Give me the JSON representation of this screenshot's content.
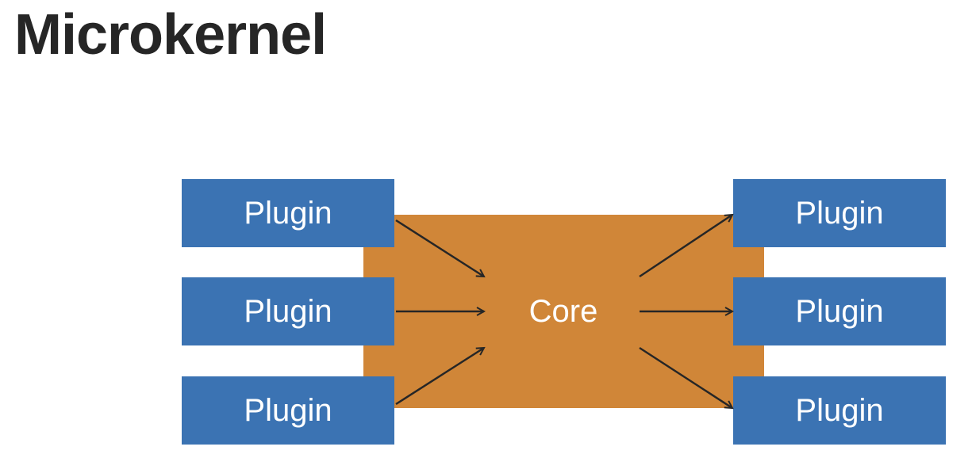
{
  "title": "Microkernel",
  "core": {
    "label": "Core",
    "color": "#d08638"
  },
  "plugins": {
    "color": "#3b73b3",
    "left": [
      {
        "label": "Plugin"
      },
      {
        "label": "Plugin"
      },
      {
        "label": "Plugin"
      }
    ],
    "right": [
      {
        "label": "Plugin"
      },
      {
        "label": "Plugin"
      },
      {
        "label": "Plugin"
      }
    ]
  },
  "connections": [
    {
      "from": "left-plugin-1",
      "to": "core"
    },
    {
      "from": "left-plugin-2",
      "to": "core"
    },
    {
      "from": "left-plugin-3",
      "to": "core"
    },
    {
      "from": "core",
      "to": "right-plugin-1"
    },
    {
      "from": "core",
      "to": "right-plugin-2"
    },
    {
      "from": "core",
      "to": "right-plugin-3"
    }
  ]
}
